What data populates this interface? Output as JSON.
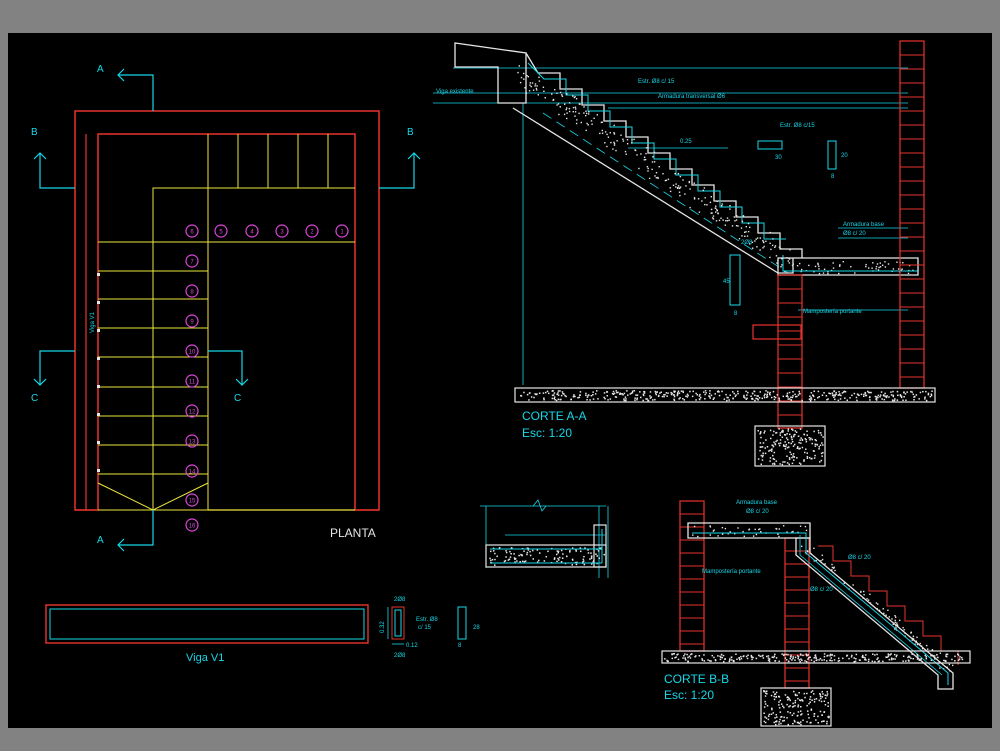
{
  "colors": {
    "background": "#828282",
    "sheet": "#000000",
    "wall_red": "#e8332d",
    "step_yellow": "#ece63e",
    "dimension_cyan": "#17d7e8",
    "marker_magenta": "#d946d9",
    "concrete_white": "#e6e6e6"
  },
  "plan": {
    "title": "PLANTA",
    "section_a_top": "A",
    "section_a_bottom": "A",
    "section_b_left": "B",
    "section_b_right": "B",
    "section_c_left": "C",
    "section_c_right": "C",
    "beam_label": "Viga V1",
    "step_numbers": [
      "1",
      "2",
      "3",
      "4",
      "5",
      "6",
      "7",
      "8",
      "9",
      "10",
      "11",
      "12",
      "13",
      "14",
      "15",
      "16"
    ]
  },
  "beam": {
    "title": "Viga V1",
    "dim_top": "2Ø8",
    "dim_height": "0.32",
    "dim_width": "0.12",
    "dim_bottom": "2Ø8",
    "stirrup_note_1": "Estr. Ø8",
    "stirrup_note_2": "c/ 15",
    "stirrup_dim": "28",
    "stirrup_dim_2": "8"
  },
  "section_aa": {
    "title": "CORTE A-A",
    "scale": "Esc: 1:20",
    "note_existing_beam": "Viga existente",
    "note_stirrups": "Estr. Ø8 c/ 15",
    "note_transverse": "Armadura transversal Ø6",
    "note_stirrups_2": "Estr. Ø8 c/15",
    "note_slope": "0.25",
    "note_base_rebar": "Armadura base",
    "note_base_rebar_2": "Ø8 c/ 20",
    "note_top_rebar": "2Ø8",
    "note_masonry": "Mampostería portante",
    "dim_30": "30",
    "dim_8": "8",
    "dim_20": "20",
    "dim_8b": "8",
    "dim_45": "45"
  },
  "section_bb": {
    "title": "CORTE B-B",
    "scale": "Esc: 1:20",
    "note_base_rebar": "Armadura base",
    "note_base_rebar_2": "Ø8 c/ 20",
    "note_rebar_1": "Ø8 c/ 20",
    "note_rebar_2": "Ø8 c/ 20",
    "note_masonry": "Mampostería portante"
  }
}
